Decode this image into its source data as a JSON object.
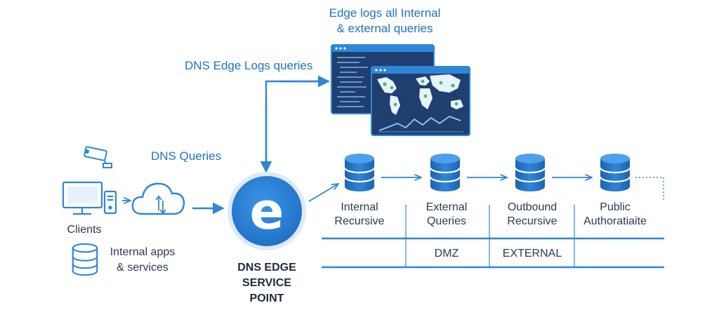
{
  "colors": {
    "primary": "#1f73c4",
    "line": "#2f86d6",
    "dark_text": "#2a3a52",
    "window_dark": "#1e3f70",
    "map_green": "#3fbf5f"
  },
  "labels": {
    "edge_logs_line1": "Edge logs all Internal",
    "edge_logs_line2": "& external queries",
    "dns_edge_logs": "DNS Edge Logs queries",
    "dns_queries": "DNS Queries",
    "clients": "Clients",
    "internal_apps_line1": "Internal apps",
    "internal_apps_line2": "& services",
    "service_point_line1": "DNS EDGE",
    "service_point_line2": "SERVICE",
    "service_point_line3": "POINT",
    "edge_logo_letter": "e"
  },
  "icons": {
    "camera": "security-camera-icon",
    "monitor": "desktop-monitor-icon",
    "tower": "pc-tower-icon",
    "cloud": "cloud-sync-icon",
    "database": "database-icon",
    "log_window": "log-window-icon",
    "map_window": "world-map-window-icon"
  },
  "resolvers": [
    {
      "line1": "Internal",
      "line2": "Recursive"
    },
    {
      "line1": "External",
      "line2": "Queries"
    },
    {
      "line1": "Outbound",
      "line2": "Recursive"
    },
    {
      "line1": "Public",
      "line2": "Authoratiaite"
    }
  ],
  "zones": [
    "",
    "DMZ",
    "EXTERNAL",
    ""
  ]
}
